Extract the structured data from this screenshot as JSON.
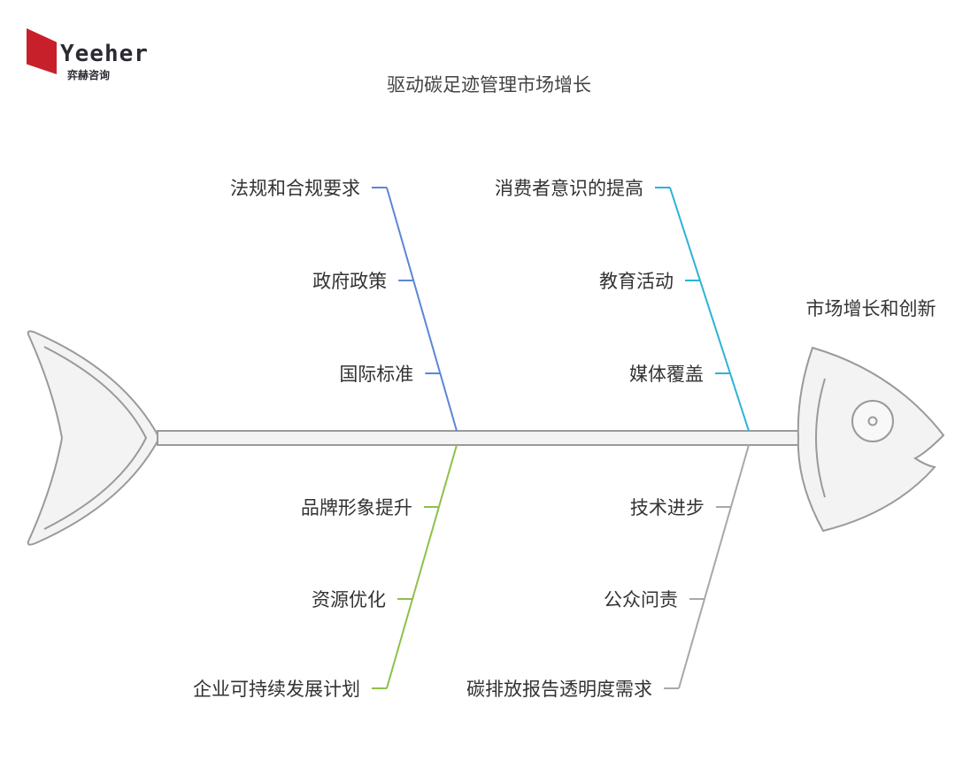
{
  "logo": {
    "word": "Yeeher",
    "sub": "弈赫咨询"
  },
  "title": "驱动碳足迹管理市场增长",
  "head_label": "市场增长和创新",
  "colors": {
    "blue": "#5b86d6",
    "teal": "#2bb3d6",
    "green": "#8ec04a",
    "gray": "#a8a8a8",
    "body_fill": "#f3f3f3",
    "outline": "#9a9a9a"
  },
  "branches": [
    {
      "id": "regulation",
      "color": "#5b86d6",
      "items": [
        "法规和合规要求",
        "政府政策",
        "国际标准"
      ]
    },
    {
      "id": "awareness",
      "color": "#2bb3d6",
      "items": [
        "消费者意识的提高",
        "教育活动",
        "媒体覆盖"
      ]
    },
    {
      "id": "sustainability",
      "color": "#8ec04a",
      "items": [
        "品牌形象提升",
        "资源优化",
        "企业可持续发展计划"
      ]
    },
    {
      "id": "technology",
      "color": "#a8a8a8",
      "items": [
        "技术进步",
        "公众问责",
        "碳排放报告透明度需求"
      ]
    }
  ]
}
